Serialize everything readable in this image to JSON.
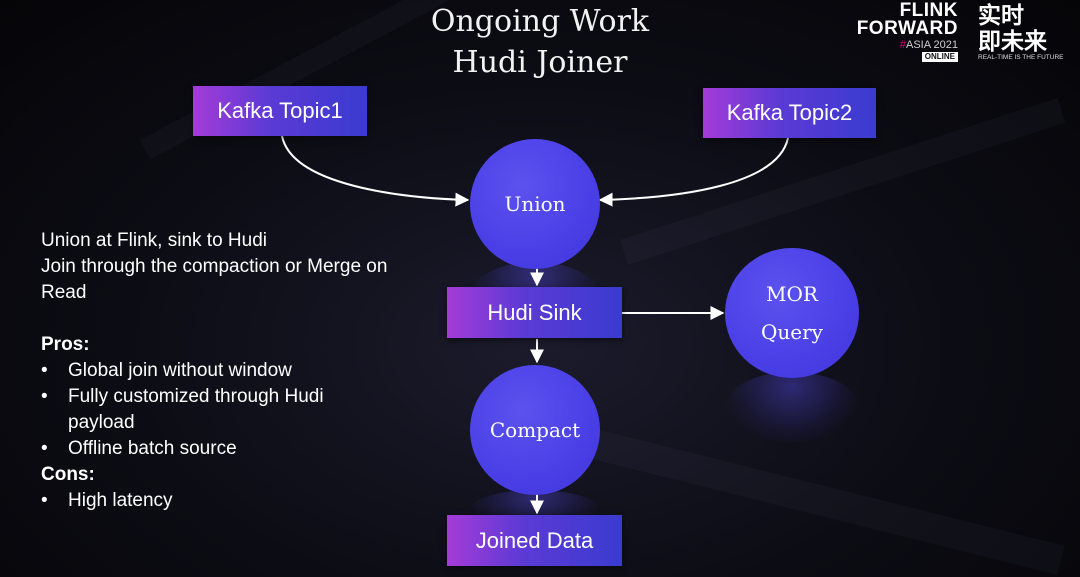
{
  "title": {
    "line1": "Ongoing Work",
    "line2": "Hudi Joiner"
  },
  "logo": {
    "line1": "FLINK",
    "line2": "FORWARD",
    "year_hash": "#",
    "year": "ASIA 2021",
    "badge": "ONLINE",
    "cn_line1": "实时",
    "cn_line2": "即未来",
    "tagline": "REAL-TIME IS THE FUTURE"
  },
  "diagram": {
    "kafka_topic1": "Kafka Topic1",
    "kafka_topic2": "Kafka Topic2",
    "union": "Union",
    "hudi_sink": "Hudi Sink",
    "mor_query_line1": "MOR",
    "mor_query_line2": "Query",
    "compact": "Compact",
    "joined_data": "Joined Data"
  },
  "notes": {
    "line1": "Union at Flink,  sink to Hudi",
    "line2": "Join through the compaction or Merge on Read",
    "pros_heading": "Pros:",
    "pros": [
      "Global join without window",
      "Fully customized through Hudi payload",
      "Offline batch source"
    ],
    "cons_heading": "Cons:",
    "cons": [
      "High latency"
    ]
  },
  "colors": {
    "box_gradient_start": "#a43bd8",
    "box_gradient_end": "#3a3bd0",
    "circle_fill": "#4a3fe6",
    "arrow": "#ffffff",
    "background": "#0c0c14"
  }
}
